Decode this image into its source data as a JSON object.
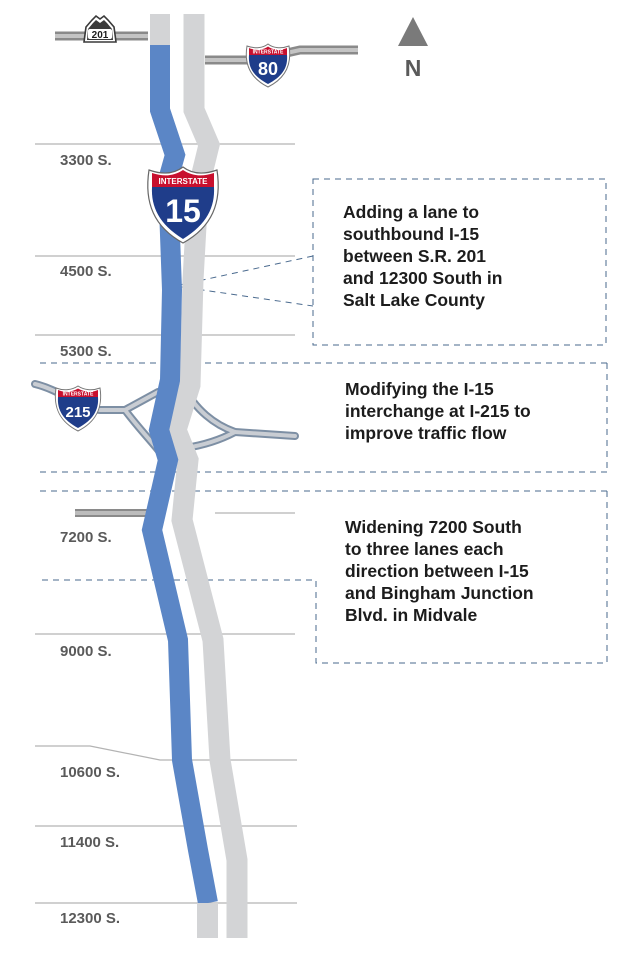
{
  "compass": {
    "label": "N"
  },
  "shields": {
    "sr201": {
      "number": "201"
    },
    "i80": {
      "header": "INTERSTATE",
      "number": "80"
    },
    "i15": {
      "header": "INTERSTATE",
      "number": "15"
    },
    "i215": {
      "header": "INTERSTATE",
      "number": "215"
    }
  },
  "streets": [
    {
      "label": "3300 S."
    },
    {
      "label": "4500 S."
    },
    {
      "label": "5300 S."
    },
    {
      "label": "7200 S."
    },
    {
      "label": "9000 S."
    },
    {
      "label": "10600 S."
    },
    {
      "label": "11400 S."
    },
    {
      "label": "12300 S."
    }
  ],
  "callouts": [
    {
      "lines": [
        "Adding a lane to",
        "southbound I-15",
        "between S.R. 201",
        "and 12300 South in",
        "Salt Lake County"
      ]
    },
    {
      "lines": [
        "Modifying the I-15",
        "interchange at I-215 to",
        "improve traffic flow"
      ]
    },
    {
      "lines": [
        "Widening 7200 South",
        "to three lanes each",
        "direction between I-15",
        "and Bingham Junction",
        "Blvd. in Midvale"
      ]
    }
  ],
  "colors": {
    "southbound": "#5b86c6",
    "northbound": "#d3d4d6",
    "road": "#9a9a9a",
    "shield_blue": "#1f3d8a",
    "shield_red": "#c8102e",
    "dash": "#4a6a8e"
  }
}
